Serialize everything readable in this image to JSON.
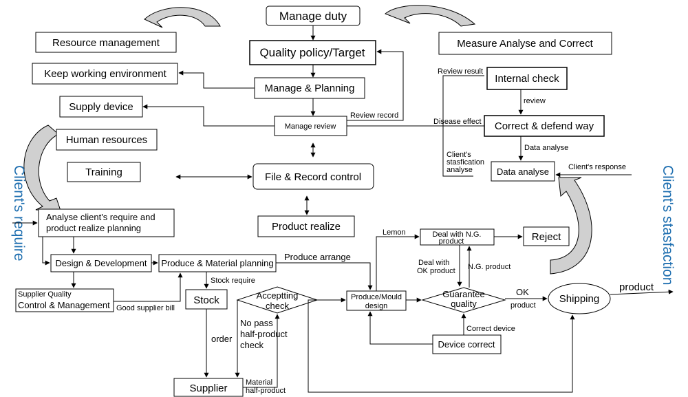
{
  "nodes": {
    "manage_duty": "Manage duty",
    "quality_policy": "Quality policy/Target",
    "manage_planning": "Manage & Planning",
    "manage_review": "Manage review",
    "file_record": "File & Record control",
    "product_realize": "Product realize",
    "resource_mgmt": "Resource management",
    "keep_env": "Keep working environment",
    "supply_device": "Supply device",
    "human_resources": "Human resources",
    "training": "Training",
    "measure": "Measure Analyse and Correct",
    "internal_check": "Internal check",
    "correct_defend": "Correct & defend way",
    "data_analyse": "Data analyse",
    "analyse_client_1": "Analyse client's require and",
    "analyse_client_2": "product realize planning",
    "design_dev": "Design & Development",
    "produce_material": "Produce & Material planning",
    "supplier_quality_1": "Supplier Quality",
    "supplier_quality_2": "Control & Management",
    "stock": "Stock",
    "supplier": "Supplier",
    "accepting_check_1": "Acceptting",
    "accepting_check_2": "check",
    "produce_mould_1": "Produce/Mould",
    "produce_mould_2": "design",
    "deal_ng_1": "Deal with N.G.",
    "deal_ng_2": "product",
    "reject": "Reject",
    "guarantee_1": "Guarantee",
    "guarantee_2": "quality",
    "shipping": "Shipping",
    "device_correct": "Device correct"
  },
  "labels": {
    "review_record": "Review record",
    "review_result": "Review result",
    "review": "review",
    "disease_effect": "Disease effect",
    "data_analyse_lbl": "Data analyse",
    "client_satisfaction_1": "Client's",
    "client_satisfaction_2": "stasfication",
    "client_satisfaction_3": "analyse",
    "clients_response": "Client's response",
    "lemon": "Lemon",
    "produce_arrange": "Produce arrange",
    "stock_require": "Stock  require",
    "good_supplier_bill": "Good supplier bill",
    "order": "order",
    "no_pass_1": "No pass",
    "no_pass_2": "half-product",
    "no_pass_3": "check",
    "material_1": "Material",
    "material_2": "half-product",
    "deal_ok_1": "Deal with",
    "deal_ok_2": "OK product",
    "ng_product": "N.G. product",
    "ok_1": "OK",
    "ok_2": "product",
    "correct_device": "Correct device",
    "product": "product"
  },
  "side": {
    "left": "Client's require",
    "right": "Client's stasfaction"
  },
  "colors": {
    "side_text": "#1f6fb0",
    "curve_fill": "#d0d0d0"
  }
}
